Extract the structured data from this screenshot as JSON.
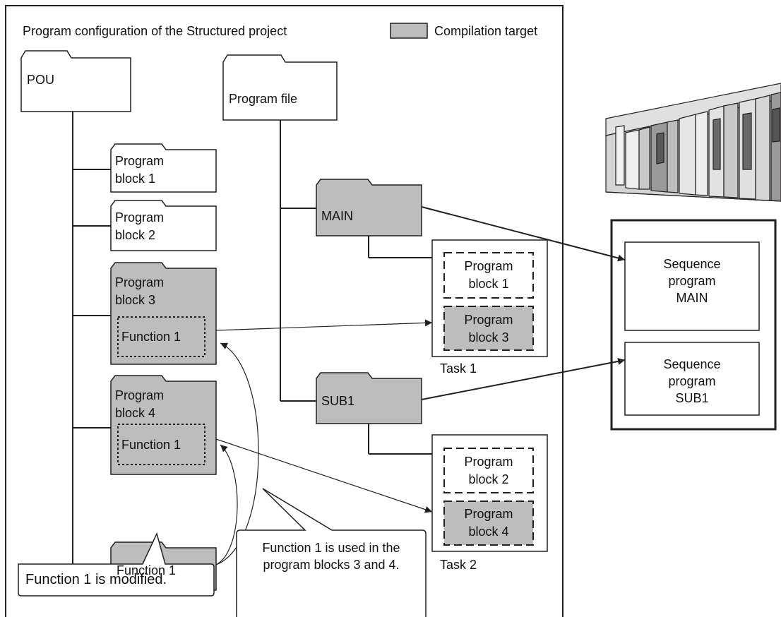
{
  "header": {
    "title": "Program configuration of the Structured project",
    "legend_label": "Compilation target"
  },
  "pou": {
    "root": "POU",
    "program_block_1": [
      "Program",
      "block 1"
    ],
    "program_block_2": [
      "Program",
      "block 2"
    ],
    "program_block_3": [
      "Program",
      "block 3"
    ],
    "program_block_4": [
      "Program",
      "block 4"
    ],
    "function_in_pb3": "Function 1",
    "function_in_pb4": "Function 1",
    "function_1": "Function 1"
  },
  "program_file": {
    "root": "Program file",
    "main": "MAIN",
    "sub1": "SUB1",
    "task1": {
      "label": "Task 1",
      "block_a": [
        "Program",
        "block 1"
      ],
      "block_b": [
        "Program",
        "block 3"
      ]
    },
    "task2": {
      "label": "Task 2",
      "block_a": [
        "Program",
        "block 2"
      ],
      "block_b": [
        "Program",
        "block 4"
      ]
    }
  },
  "cpu": {
    "seq_main": [
      "Sequence",
      "program",
      "MAIN"
    ],
    "seq_sub1": [
      "Sequence",
      "program",
      "SUB1"
    ]
  },
  "callouts": {
    "modified": "Function 1 is modified.",
    "used_in": [
      "Function 1 is used in the",
      "program blocks 3 and 4."
    ]
  },
  "colors": {
    "compile_fill": "#bdbdbd",
    "stroke": "#231f20"
  }
}
